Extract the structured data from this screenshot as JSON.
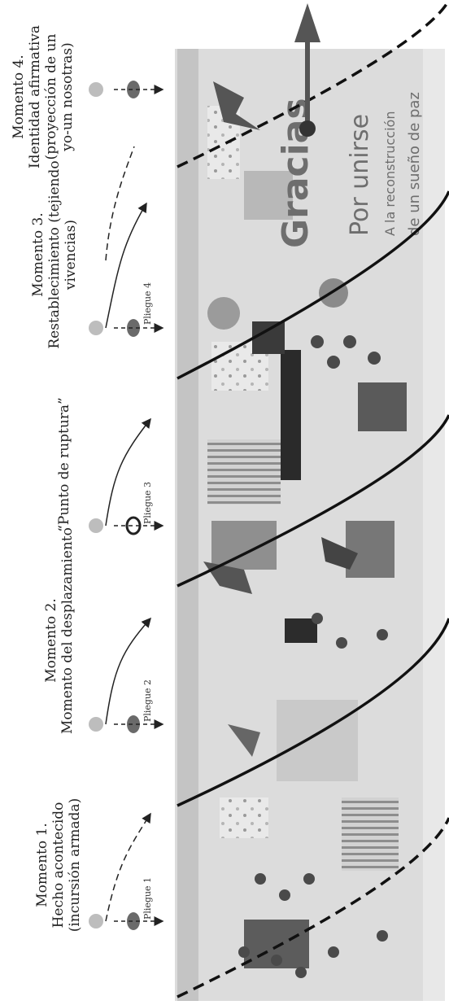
{
  "moments": [
    {
      "lines": [
        "Momento 1.",
        "Hecho acontecido",
        "(incursión armada)"
      ]
    },
    {
      "lines": [
        "Momento 2.",
        "Momento del desplazamiento"
      ]
    },
    {
      "lines": [
        "“Punto de ruptura”"
      ]
    },
    {
      "lines": [
        "Momento 3.",
        "Restablecimiento  (tejiendo",
        "vivencias)"
      ]
    },
    {
      "lines": [
        "Momento 4.",
        "Identidad afirmativa",
        "(proyección de un",
        "yo-un nosotras)"
      ]
    }
  ],
  "folds": [
    "Pliegue 1",
    "Pliegue 2",
    "Pliegue 3",
    "Pliegue 4"
  ],
  "mural_text": [
    "Gracias",
    "Por unirse",
    "A la reconstrucción",
    "de un sueño de paz"
  ],
  "colors": {
    "light_dot": "#bdbdbd",
    "dark_dot": "#6a6a6a",
    "arc": "#111111",
    "arrow": "#555555"
  }
}
